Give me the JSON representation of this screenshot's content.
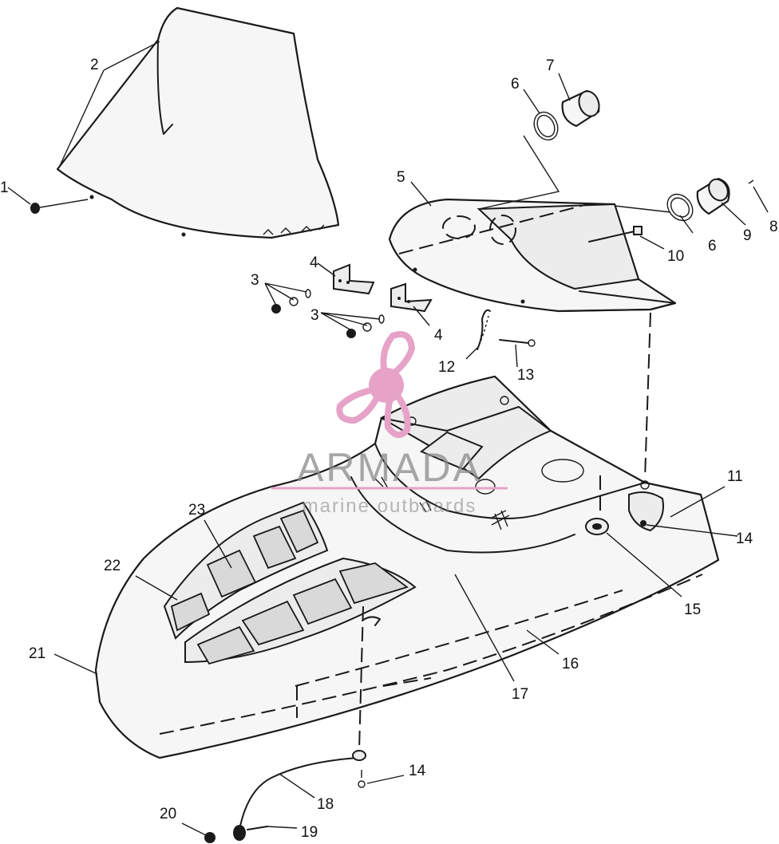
{
  "watermark": {
    "brand": "ARMADA",
    "tagline": "marine outboards",
    "logo_icon": "propeller-icon",
    "logo_color": "#e6a3c7"
  },
  "callouts": [
    {
      "id": "c1",
      "label": "1"
    },
    {
      "id": "c2",
      "label": "2"
    },
    {
      "id": "c3a",
      "label": "3"
    },
    {
      "id": "c3b",
      "label": "3"
    },
    {
      "id": "c4a",
      "label": "4"
    },
    {
      "id": "c4b",
      "label": "4"
    },
    {
      "id": "c5",
      "label": "5"
    },
    {
      "id": "c6a",
      "label": "6"
    },
    {
      "id": "c6b",
      "label": "6"
    },
    {
      "id": "c7",
      "label": "7"
    },
    {
      "id": "c8",
      "label": "8"
    },
    {
      "id": "c9",
      "label": "9"
    },
    {
      "id": "c10",
      "label": "10"
    },
    {
      "id": "c11",
      "label": "11"
    },
    {
      "id": "c12",
      "label": "12"
    },
    {
      "id": "c13",
      "label": "13"
    },
    {
      "id": "c14a",
      "label": "14"
    },
    {
      "id": "c14b",
      "label": "14"
    },
    {
      "id": "c15",
      "label": "15"
    },
    {
      "id": "c16",
      "label": "16"
    },
    {
      "id": "c17",
      "label": "17"
    },
    {
      "id": "c18",
      "label": "18"
    },
    {
      "id": "c19",
      "label": "19"
    },
    {
      "id": "c20",
      "label": "20"
    },
    {
      "id": "c21",
      "label": "21"
    },
    {
      "id": "c22",
      "label": "22"
    },
    {
      "id": "c23",
      "label": "23"
    }
  ]
}
